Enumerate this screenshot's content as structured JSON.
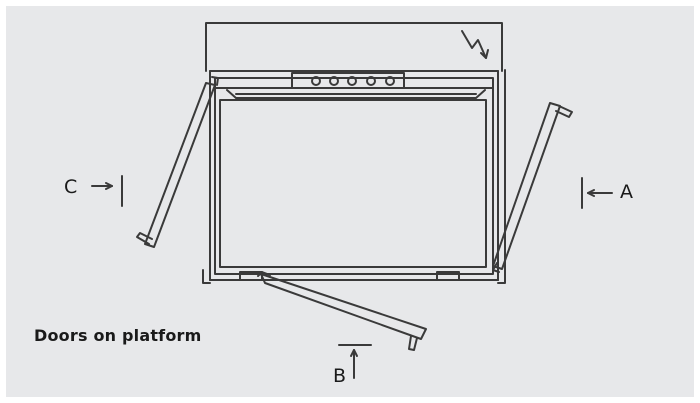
{
  "caption": "Doors on platform",
  "labels": {
    "a": "A",
    "b": "B",
    "c": "C"
  },
  "colors": {
    "background": "#e7e8ea",
    "stroke": "#3a3a3a",
    "text": "#1a1a1a"
  }
}
